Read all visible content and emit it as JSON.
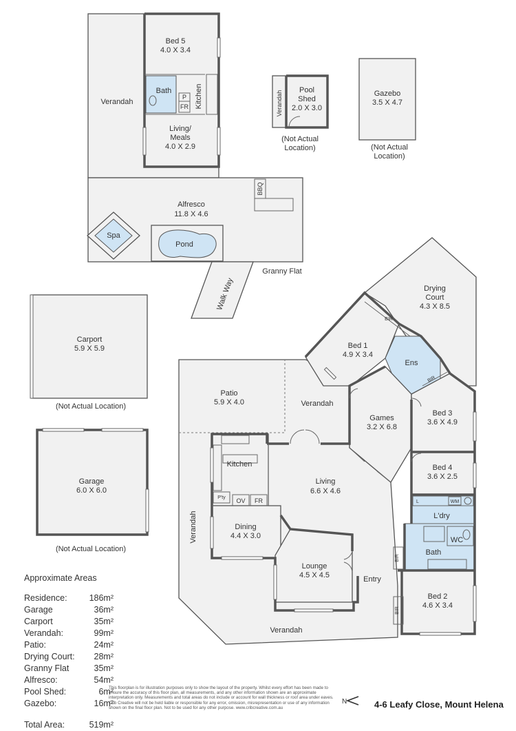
{
  "rooms": {
    "bed5": {
      "name": "Bed 5",
      "size": "4.0 X 3.4"
    },
    "verandah_gf": "Verandah",
    "bath_gf": "Bath",
    "p": "P",
    "fr": "FR",
    "kitchen_gf": "Kitchen",
    "living_meals": {
      "name_line1": "Living/",
      "name_line2": "Meals",
      "size": "4.0 X 2.9"
    },
    "pool_shed": {
      "verandah": "Verandah",
      "name_line1": "Pool",
      "name_line2": "Shed",
      "size": "2.0 X 3.0",
      "note_line1": "(Not Actual",
      "note_line2": "Location)"
    },
    "gazebo": {
      "name": "Gazebo",
      "size": "3.5 X 4.7",
      "note_line1": "(Not Actual",
      "note_line2": "Location)"
    },
    "bbq": "BBQ",
    "alfresco": {
      "name": "Alfresco",
      "size": "11.8 X 4.6"
    },
    "spa": "Spa",
    "pond": "Pond",
    "granny_flat": "Granny Flat",
    "walk_way": "Walk Way",
    "carport": {
      "name": "Carport",
      "size": "5.9 X 5.9",
      "note": "(Not Actual Location)"
    },
    "garage": {
      "name": "Garage",
      "size": "6.0 X 6.0",
      "note": "(Not Actual Location)"
    },
    "drying_court": {
      "name_line1": "Drying",
      "name_line2": "Court",
      "size": "4.3 X 8.5"
    },
    "bir_bed1": "BIR",
    "bed1": {
      "name": "Bed 1",
      "size": "4.9 X 3.4"
    },
    "ens": "Ens",
    "bir_bed3": "BIR",
    "bed3": {
      "name": "Bed 3",
      "size": "3.6 X 4.9"
    },
    "patio": {
      "name": "Patio",
      "size": "5.9 X 4.0"
    },
    "verandah_top": "Verandah",
    "games": {
      "name": "Games",
      "size": "3.2 X 6.8"
    },
    "kitchen": "Kitchen",
    "pty": "P'ty",
    "ov": "OV",
    "fr_main": "FR",
    "living": {
      "name": "Living",
      "size": "6.6 X 4.6"
    },
    "bed4": {
      "name": "Bed 4",
      "size": "3.6 X 2.5"
    },
    "l": "L",
    "wm": "WM",
    "ldry": "L'dry",
    "wc": "WC",
    "bath": "Bath",
    "bir_bath": "BIR",
    "verandah_left": "Verandah",
    "dining": {
      "name": "Dining",
      "size": "4.4 X 3.0"
    },
    "lounge": {
      "name": "Lounge",
      "size": "4.5 X 4.5"
    },
    "entry": "Entry",
    "bed2": {
      "name": "Bed 2",
      "size": "4.6 X 3.4"
    },
    "bir_bed2": "BIR",
    "verandah_bottom": "Verandah"
  },
  "areas": {
    "title": "Approximate Areas",
    "rows": [
      {
        "label": "Residence:",
        "value": "186m²"
      },
      {
        "label": "Garage",
        "value": "36m²"
      },
      {
        "label": "Carport",
        "value": "35m²"
      },
      {
        "label": "Verandah:",
        "value": "99m²"
      },
      {
        "label": "Patio:",
        "value": "24m²"
      },
      {
        "label": "Drying Court:",
        "value": "28m²"
      },
      {
        "label": "Granny Flat",
        "value": "35m²"
      },
      {
        "label": "Alfresco:",
        "value": "54m²"
      },
      {
        "label": "Pool Shed:",
        "value": "6m²"
      },
      {
        "label": "Gazebo:",
        "value": "16m²"
      }
    ],
    "total_label": "Total Area:",
    "total_value": "519m²"
  },
  "disclaimer": "This floorplan is for illustration purposes only to show the layout of the property. Whilst every effort has been made to ensure the accuracy of this floor plan, all measurements, and any other information shown are an approximate interpretation only. Measurements and total areas do not include or account for wall thickness or roof area under eaves. Crib Creative will not be held liable or responsible for any error, omission, misrepresentation or use of any information shown on the final floor plan. Not to be used for any other purpose. www.cribcreative.com.au",
  "address": "4-6 Leafy Close, Mount Helena",
  "compass": "N",
  "colors": {
    "floor": "#f1f1f1",
    "wall": "#555555",
    "wet": "#cfe4f4",
    "water": "#cfe4f4"
  }
}
